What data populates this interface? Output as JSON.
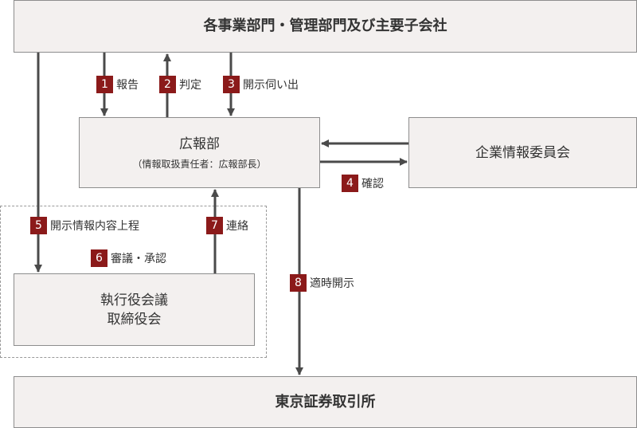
{
  "nodes": {
    "top": "各事業部門・管理部門及び主要子会社",
    "pr_title": "広報部",
    "pr_sub": "（情報取扱責任者：広報部長）",
    "committee": "企業情報委員会",
    "exec_line1": "執行役会議",
    "exec_line2": "取締役会",
    "tse": "東京証券取引所"
  },
  "steps": [
    {
      "num": "1",
      "label": "報告"
    },
    {
      "num": "2",
      "label": "判定"
    },
    {
      "num": "3",
      "label": "開示伺い出"
    },
    {
      "num": "4",
      "label": "確認"
    },
    {
      "num": "5",
      "label": "開示情報内容上程"
    },
    {
      "num": "6",
      "label": "審議・承認"
    },
    {
      "num": "7",
      "label": "連絡"
    },
    {
      "num": "8",
      "label": "適時開示"
    }
  ],
  "colors": {
    "badge": "#8b1a1a",
    "box_fill": "#f3f0ef",
    "arrow": "#4a4a4a"
  }
}
